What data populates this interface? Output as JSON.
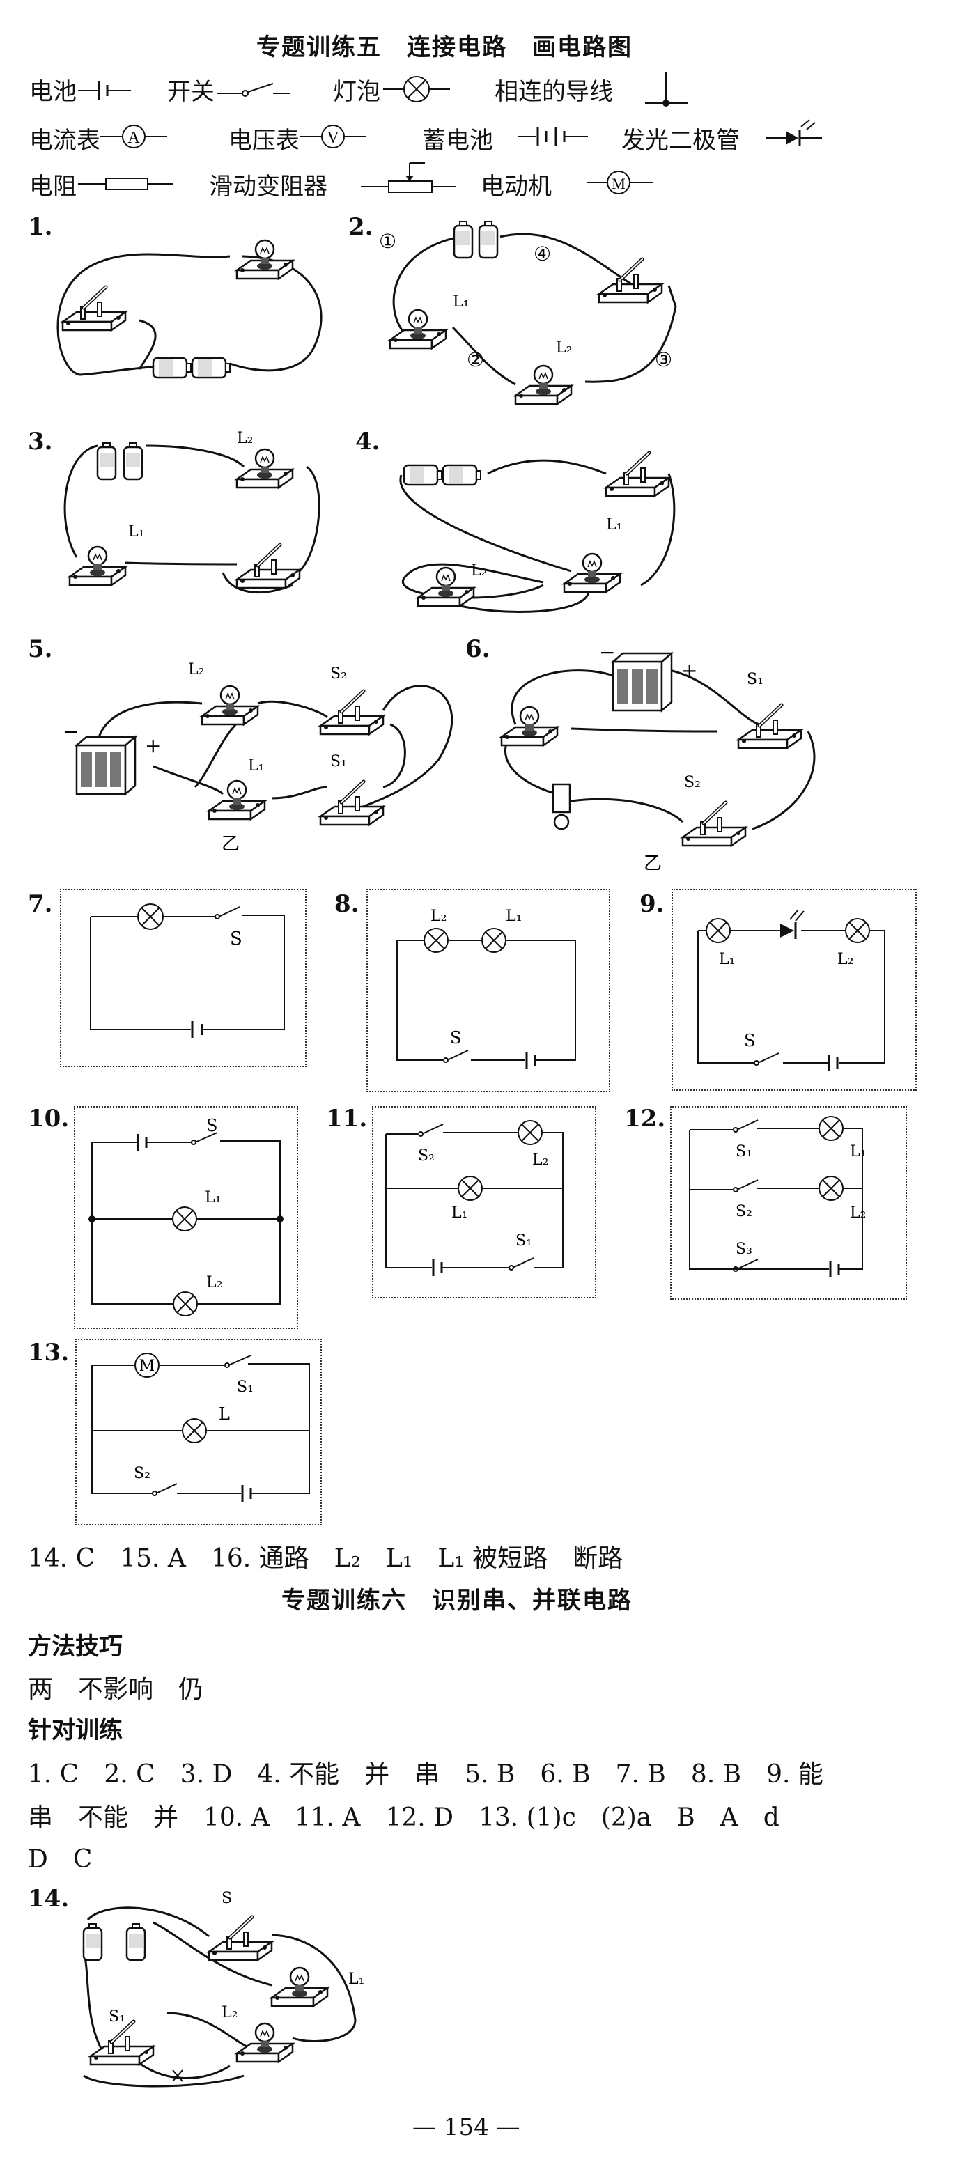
{
  "section5": {
    "title": "专题训练五　连接电路　画电路图",
    "legend": {
      "battery": "电池",
      "switch": "开关",
      "bulb": "灯泡",
      "joined_wire": "相连的导线",
      "ammeter": "电流表",
      "voltmeter": "电压表",
      "storage_battery": "蓄电池",
      "led": "发光二极管",
      "resistor": "电阻",
      "rheostat": "滑动变阻器",
      "motor": "电动机"
    },
    "ammeter_letter": "A",
    "voltmeter_letter": "V",
    "motor_letter": "M",
    "numbers": [
      "1.",
      "2.",
      "3.",
      "4.",
      "5.",
      "6.",
      "7.",
      "8.",
      "9.",
      "10.",
      "11.",
      "12.",
      "13."
    ],
    "q2_marks": [
      "①",
      "②",
      "③",
      "④"
    ],
    "labels": {
      "L1": "L₁",
      "L2": "L₂",
      "S": "S",
      "S1": "S₁",
      "S2": "S₂",
      "S3": "S₃",
      "L": "L",
      "M": "M",
      "plus": "+",
      "minus": "−",
      "yi": "乙"
    },
    "answers_14_16": "14. C　15. A　16. 通路　L₂　L₁　L₁ 被短路　断路"
  },
  "section6": {
    "title": "专题训练六　识别串、并联电路",
    "method_heading": "方法技巧",
    "method_answer": "两　不影响　仍",
    "practice_heading": "针对训练",
    "line1": "1. C　2. C　3. D　4. 不能　并　串　5. B　6. B　7. B　8. B　9. 能",
    "line2": "串　不能　并　10. A　11. A　12. D　13. (1)c　(2)a　B　A　d",
    "line3": "D　C",
    "q14": "14."
  },
  "page_number": "— 154 —"
}
